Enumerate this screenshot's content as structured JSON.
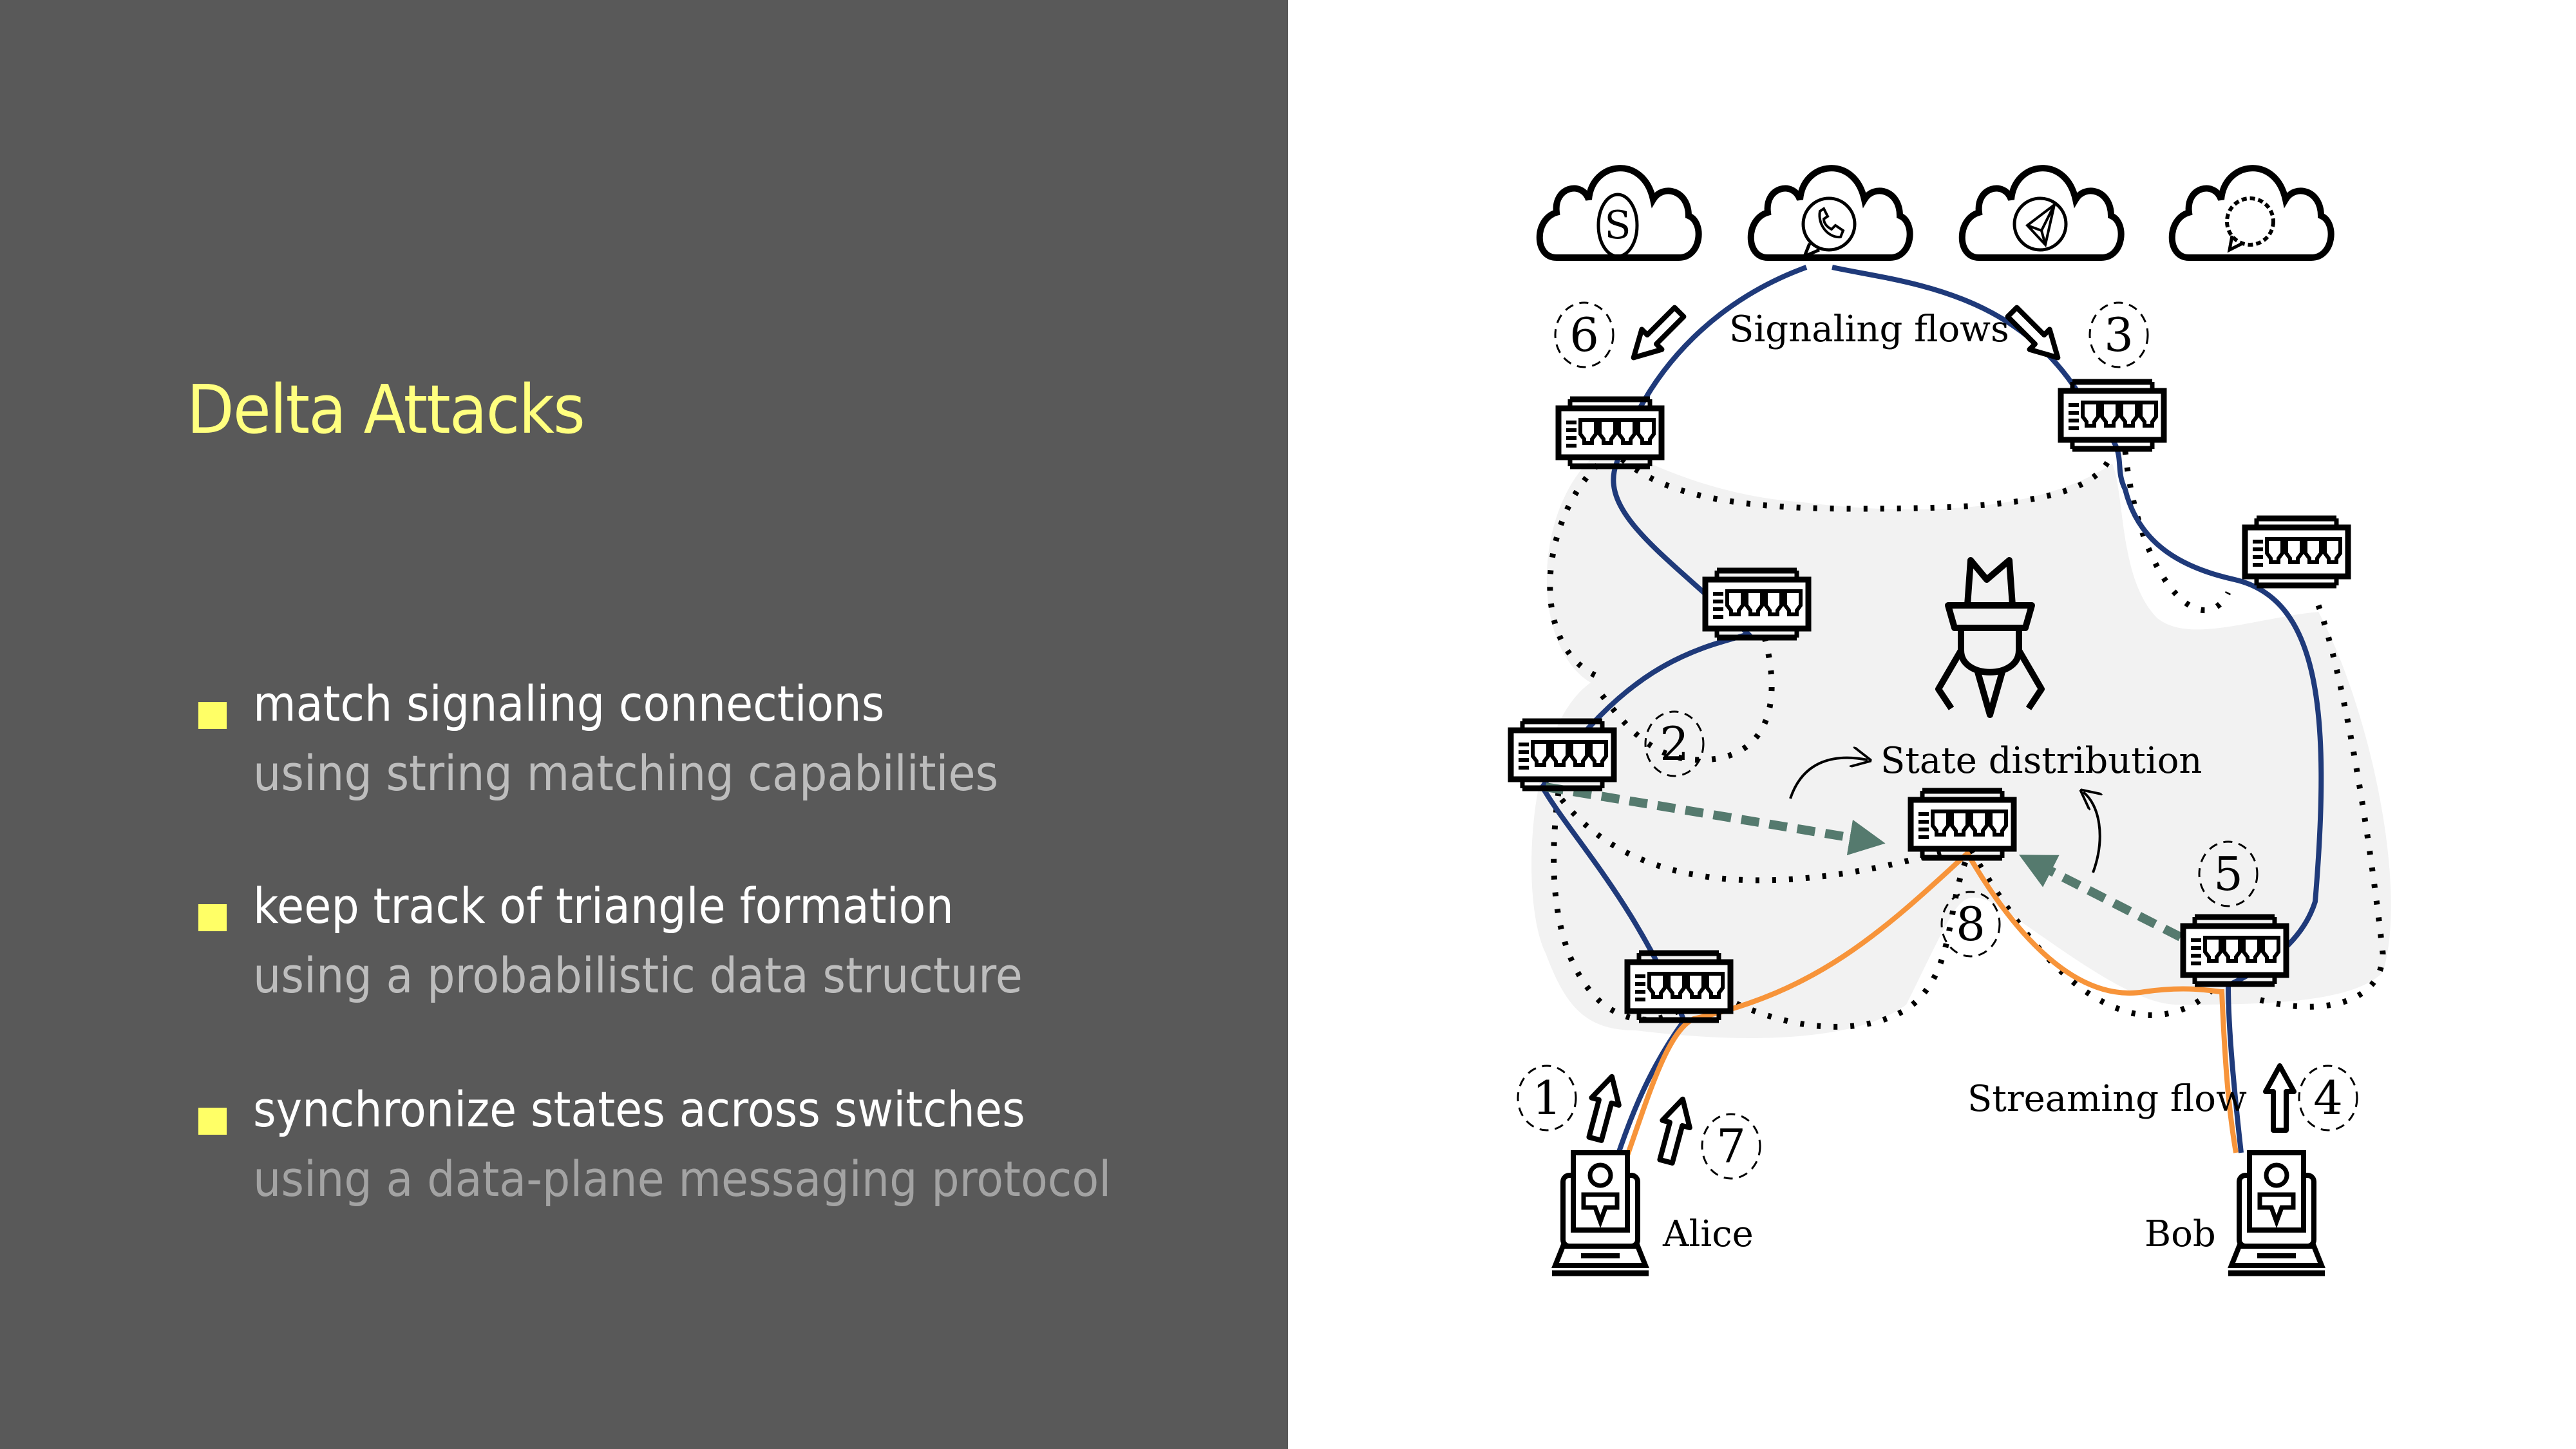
{
  "slide": {
    "title": "Delta Attacks",
    "bullets": [
      {
        "main": "match signaling connections",
        "sub": "using string matching capabilities"
      },
      {
        "main": "keep track of triangle formation",
        "sub": "using a probabilistic data structure"
      },
      {
        "main": "synchronize states across switches",
        "sub": "using a data-plane messaging protocol"
      }
    ],
    "colors": {
      "panel_bg": "#595959",
      "title": "#ffff7f",
      "bullet_square": "#ffff66",
      "signaling_flow": "#1f3a7a",
      "streaming_flow": "#f7943a",
      "state_distribution": "#557a6e",
      "network_region": "#f2f2f2"
    }
  },
  "diagram": {
    "services": [
      {
        "name": "skype",
        "icon": "skype-icon"
      },
      {
        "name": "whatsapp",
        "icon": "whatsapp-icon"
      },
      {
        "name": "telegram",
        "icon": "telegram-icon"
      },
      {
        "name": "signal",
        "icon": "signal-icon"
      }
    ],
    "labels": {
      "signaling": "Signaling flows",
      "state": "State distribution",
      "streaming": "Streaming flow",
      "alice": "Alice",
      "bob": "Bob"
    },
    "steps": [
      "1",
      "2",
      "3",
      "4",
      "5",
      "6",
      "7",
      "8"
    ]
  }
}
